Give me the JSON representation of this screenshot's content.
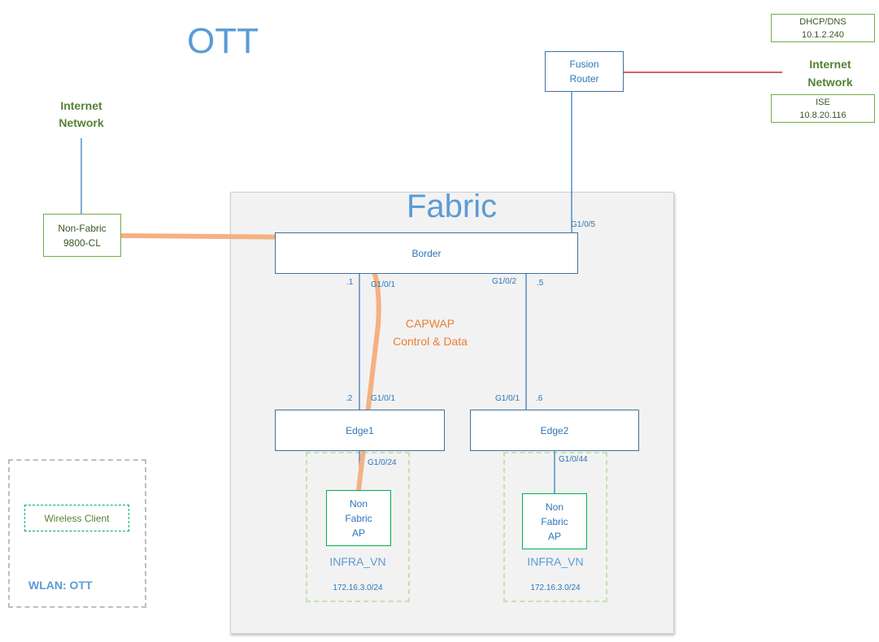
{
  "title": "OTT",
  "fabric_title": "Fabric",
  "internet_left": {
    "line1": "Internet",
    "line2": "Network"
  },
  "internet_right": {
    "line1": "Internet",
    "line2": "Network"
  },
  "dhcp_dns": {
    "line1": "DHCP/DNS",
    "line2": "10.1.2.240"
  },
  "ise": {
    "line1": "ISE",
    "line2": "10.8.20.116"
  },
  "fusion_router": {
    "line1": "Fusion",
    "line2": "Router"
  },
  "wlc": {
    "line1": "Non-Fabric",
    "line2": "9800-CL"
  },
  "border": "Border",
  "edge1": "Edge1",
  "edge2": "Edge2",
  "capwap": {
    "line1": "CAPWAP",
    "line2": "Control & Data"
  },
  "ports": {
    "border_uplink": "G1/0/5",
    "border_left_ip": ".1",
    "border_left_port": "G1/0/1",
    "border_right_port": "G1/0/2",
    "border_right_ip": ".5",
    "edge1_ip": ".2",
    "edge1_port": "G1/0/1",
    "edge2_port": "G1/0/1",
    "edge2_ip": ".6",
    "edge1_ap_port": "G1/0/24",
    "edge2_ap_port": "G1/0/44"
  },
  "ap1": {
    "line1": "Non",
    "line2": "Fabric",
    "line3": "AP"
  },
  "ap2": {
    "line1": "Non",
    "line2": "Fabric",
    "line3": "AP"
  },
  "vn1": {
    "name": "INFRA_VN",
    "subnet": "172.16.3.0/24"
  },
  "vn2": {
    "name": "INFRA_VN",
    "subnet": "172.16.3.0/24"
  },
  "wireless_client": "Wireless Client",
  "wlan": "WLAN: OTT",
  "colors": {
    "blue": "#2e75b6",
    "green": "#548235",
    "capwap": "#f4b183",
    "red_line": "#c00000",
    "fabric_bg": "#f2f2f2"
  }
}
